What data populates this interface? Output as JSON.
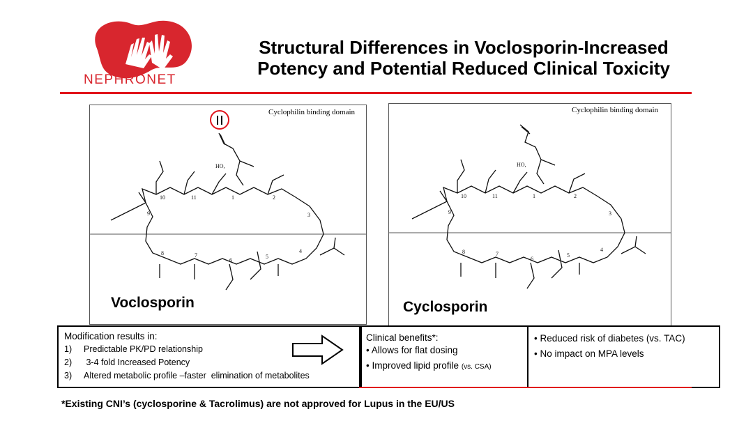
{
  "brand": {
    "name": "NEPHRONET",
    "color": "#d8262e"
  },
  "title": {
    "line1": "Structural Differences in Voclosporin-Increased",
    "line2": "Potency and Potential  Reduced  Clinical Toxicity"
  },
  "panels": [
    {
      "domain_label": "Cyclophilin binding domain",
      "drug": "Voclosporin"
    },
    {
      "domain_label": "Cyclophilin binding domain",
      "drug": "Cyclosporin"
    }
  ],
  "modification": {
    "heading": "Modification results in:",
    "items": [
      {
        "num": "1)",
        "text": "Predictable PK/PD relationship"
      },
      {
        "num": "2)",
        "text": " 3-4 fold Increased Potency"
      },
      {
        "num": "3)",
        "text": "Altered metabolic profile –faster  elimination of metabolites"
      }
    ]
  },
  "clinical": {
    "heading": "Clinical benefits*:",
    "item1": "• Allows for flat dosing",
    "item2": "• Improved lipid profile",
    "item2_note": "(vs. CSA)"
  },
  "toxicity": {
    "item1": "• Reduced risk of diabetes (vs. TAC)",
    "item2": "• No impact on MPA  levels"
  },
  "footnote": "*Existing CNI’s (cyclosporine & Tacrolimus) are not approved for Lupus in the EU/US",
  "icons": [
    "hands-logo-icon",
    "right-arrow-icon",
    "modification-circle-icon"
  ],
  "colors": {
    "accent": "#e1141b"
  }
}
